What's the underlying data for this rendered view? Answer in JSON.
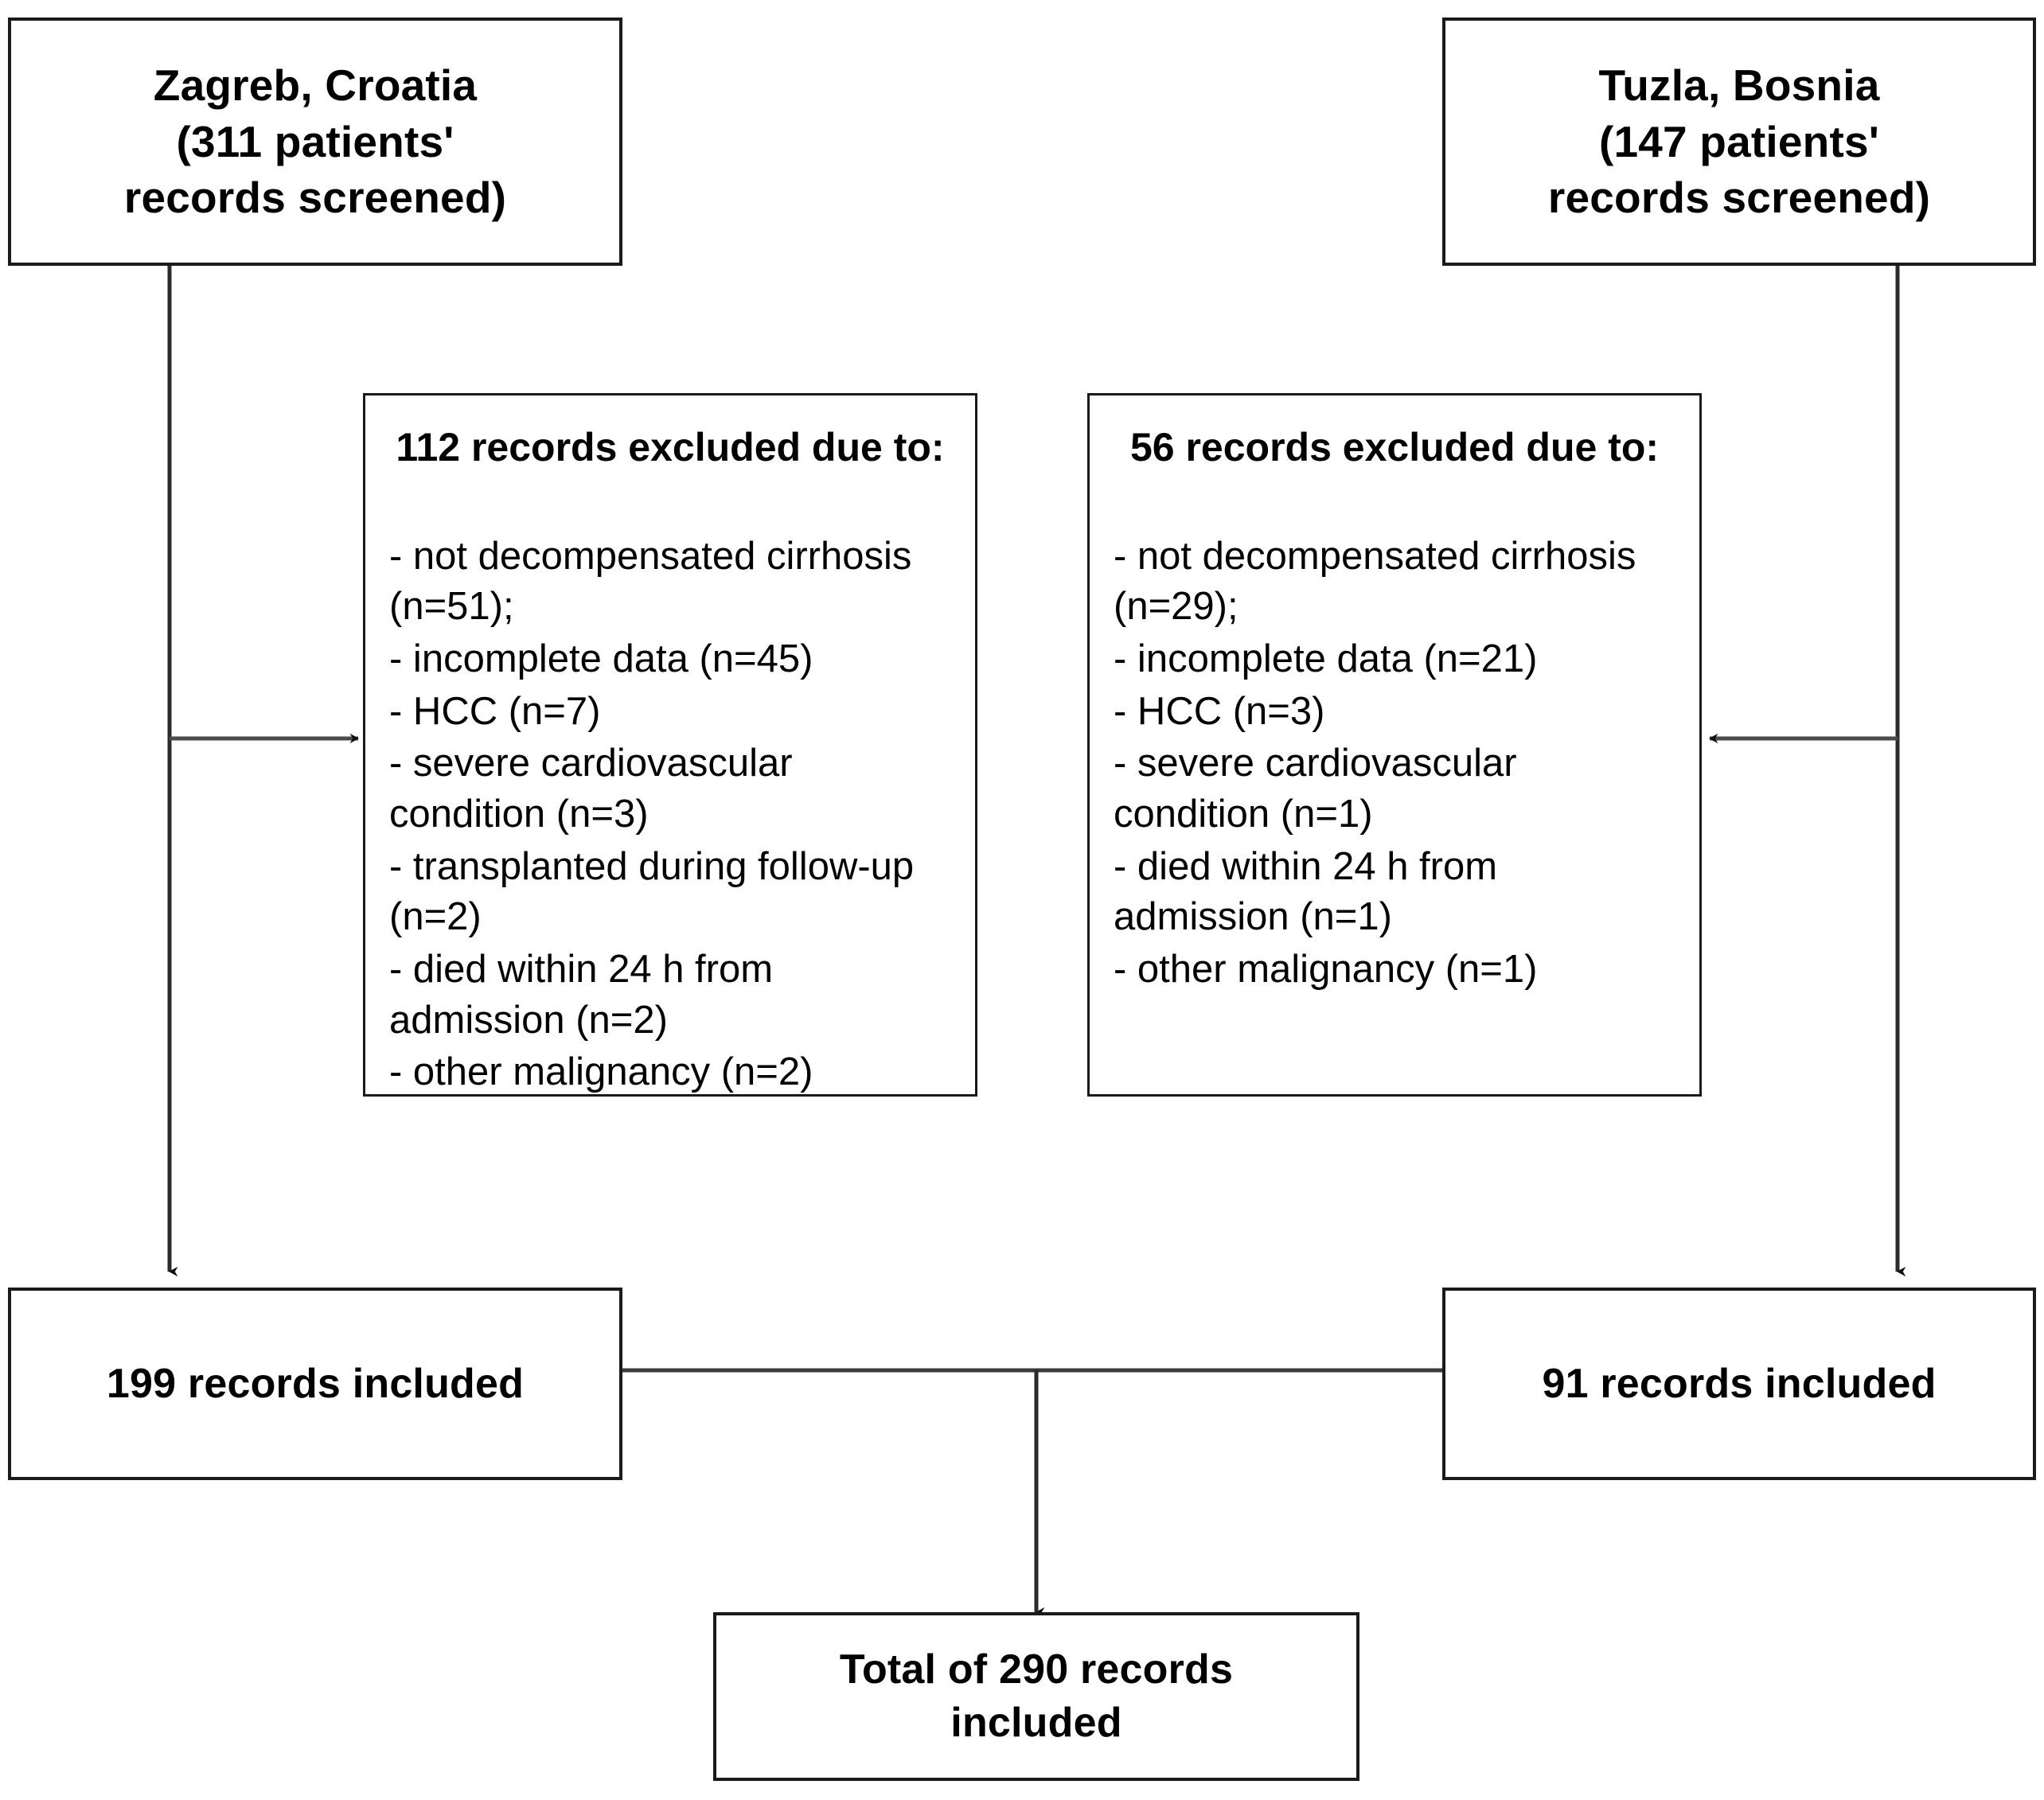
{
  "diagram": {
    "type": "prisma-flow-diagram",
    "title": "Patient record screening flow",
    "line_color": "#1a1a1a"
  },
  "sources": [
    {
      "id": "zagreb",
      "line1": "Zagreb, Croatia",
      "line2": "(311 patients'",
      "line3": "records screened)",
      "count": 311
    },
    {
      "id": "tuzla",
      "line1": "Tuzla, Bosnia",
      "line2": "(147 patients'",
      "line3": "records screened)",
      "count": 147
    }
  ],
  "exclusions": [
    {
      "id": "zagreb-exclusions",
      "title": "112 records excluded due to:",
      "count": 112,
      "reasons": [
        "- not decompensated cirrhosis (n=51);",
        "- incomplete data (n=45)",
        "- HCC (n=7)",
        "- severe cardiovascular condition (n=3)",
        "- transplanted during follow-up (n=2)",
        "- died within 24 h from admission (n=2)",
        "- other malignancy (n=2)"
      ]
    },
    {
      "id": "tuzla-exclusions",
      "title": "56 records excluded due to:",
      "count": 56,
      "reasons": [
        "- not decompensated cirrhosis (n=29);",
        "- incomplete data (n=21)",
        "- HCC (n=3)",
        "- severe cardiovascular condition (n=1)",
        "- died within 24 h from admission (n=1)",
        "- other malignancy (n=1)"
      ]
    }
  ],
  "included": [
    {
      "id": "zagreb-included",
      "label": "199 records included",
      "count": 199
    },
    {
      "id": "tuzla-included",
      "label": "91 records included",
      "count": 91
    }
  ],
  "total": {
    "id": "total-included",
    "line1": "Total of 290 records",
    "line2": "included",
    "count": 290
  }
}
